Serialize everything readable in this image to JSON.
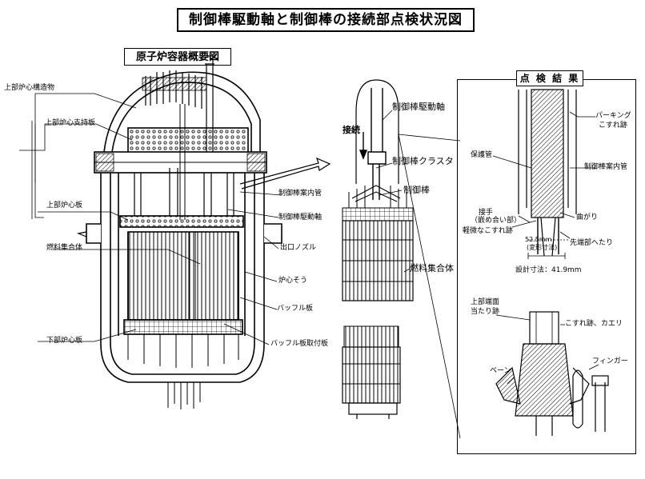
{
  "title": "制御棒駆動軸と制御棒の接続部点検状況図",
  "overview": {
    "title": "原子炉容器概要図",
    "labels": {
      "upper_internals": "上部炉心構造物",
      "upper_support_plate": "上部炉心支持板",
      "upper_core_plate": "上部炉心板",
      "fuel_assembly": "燃料集合体",
      "lower_core_plate": "下部炉心板",
      "guide_tube": "制御棒案内管",
      "drive_shaft": "制御棒駆動軸",
      "outlet_nozzle": "出口ノズル",
      "core_barrel": "炉心そう",
      "baffle_plate": "バッフル板",
      "baffle_former": "バッフル板取付板"
    }
  },
  "connection": {
    "connect": "接続",
    "drive_shaft": "制御棒駆動軸",
    "rcca": "制御棒クラスタ",
    "control_rod": "制御棒",
    "fuel_assembly": "燃料集合体"
  },
  "inspection": {
    "title": "点 検 結 果",
    "parking_line1": "パーキング",
    "parking_line2": "こすれ跡",
    "guide_tube": "制御棒案内管",
    "protect_tube": "保護管",
    "joint_line1": "接手",
    "joint_line2": "（嵌め合い部）",
    "minor_wear": "軽微なこすれ跡",
    "bend": "曲がり",
    "tip_dent": "先端部へたり",
    "dimension": "52.5mm",
    "deformed": "(変形寸法)",
    "design": "設計寸法：41.9mm",
    "upper_end_line1": "上部端面",
    "upper_end_line2": "当たり跡",
    "wear_burr": "こすれ跡、カエリ",
    "vane": "ベーン",
    "finger": "フィンガー"
  }
}
